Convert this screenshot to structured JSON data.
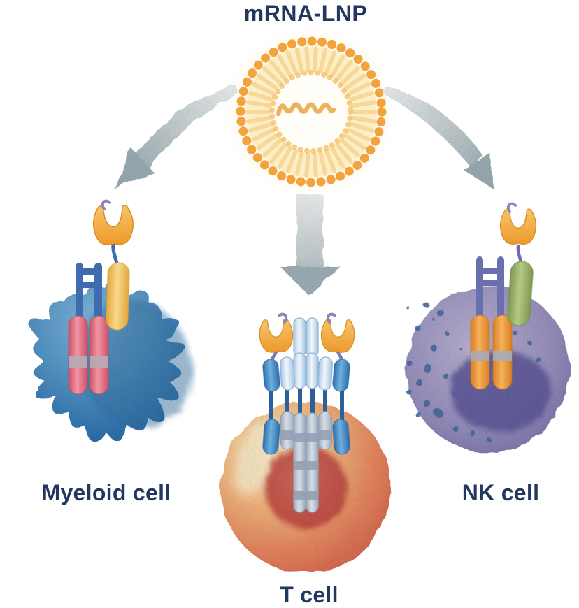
{
  "title": "mRNA-LNP",
  "cells": {
    "myeloid": {
      "label": "Myeloid cell"
    },
    "t": {
      "label": "T cell"
    },
    "nk": {
      "label": "NK cell"
    }
  },
  "palette": {
    "text-navy": "#22375e",
    "lnp-orange": "#f2a33c",
    "lnp-tail-yellow": "#f6d694",
    "mrna-orange": "#edb35c",
    "arrow-gray": "#a3b5ba",
    "myeloid-blue": "#4b8ec3",
    "myeloid-dark-blue": "#2a5fa3",
    "tcell-orange": "#f0a368",
    "tcell-red": "#d65f4e",
    "nk-purple": "#938bba",
    "nk-nucleus-purple": "#5d589a",
    "nk-granule": "#47699e",
    "binder-orange": "#f3a843",
    "receptor-pink": "#e4647a",
    "receptor-yellow": "#f4c45e",
    "receptor-blue": "#3c85c2",
    "receptor-light-blue": "#c6dcee",
    "receptor-gray": "#b9c4d2",
    "receptor-orange": "#ec9433",
    "receptor-green": "#9cb168",
    "stem-blue": "#3f6cae",
    "stem-purple": "#6a6fae",
    "curl-purple": "#8d86ba",
    "band-gray": "#aab0be"
  }
}
